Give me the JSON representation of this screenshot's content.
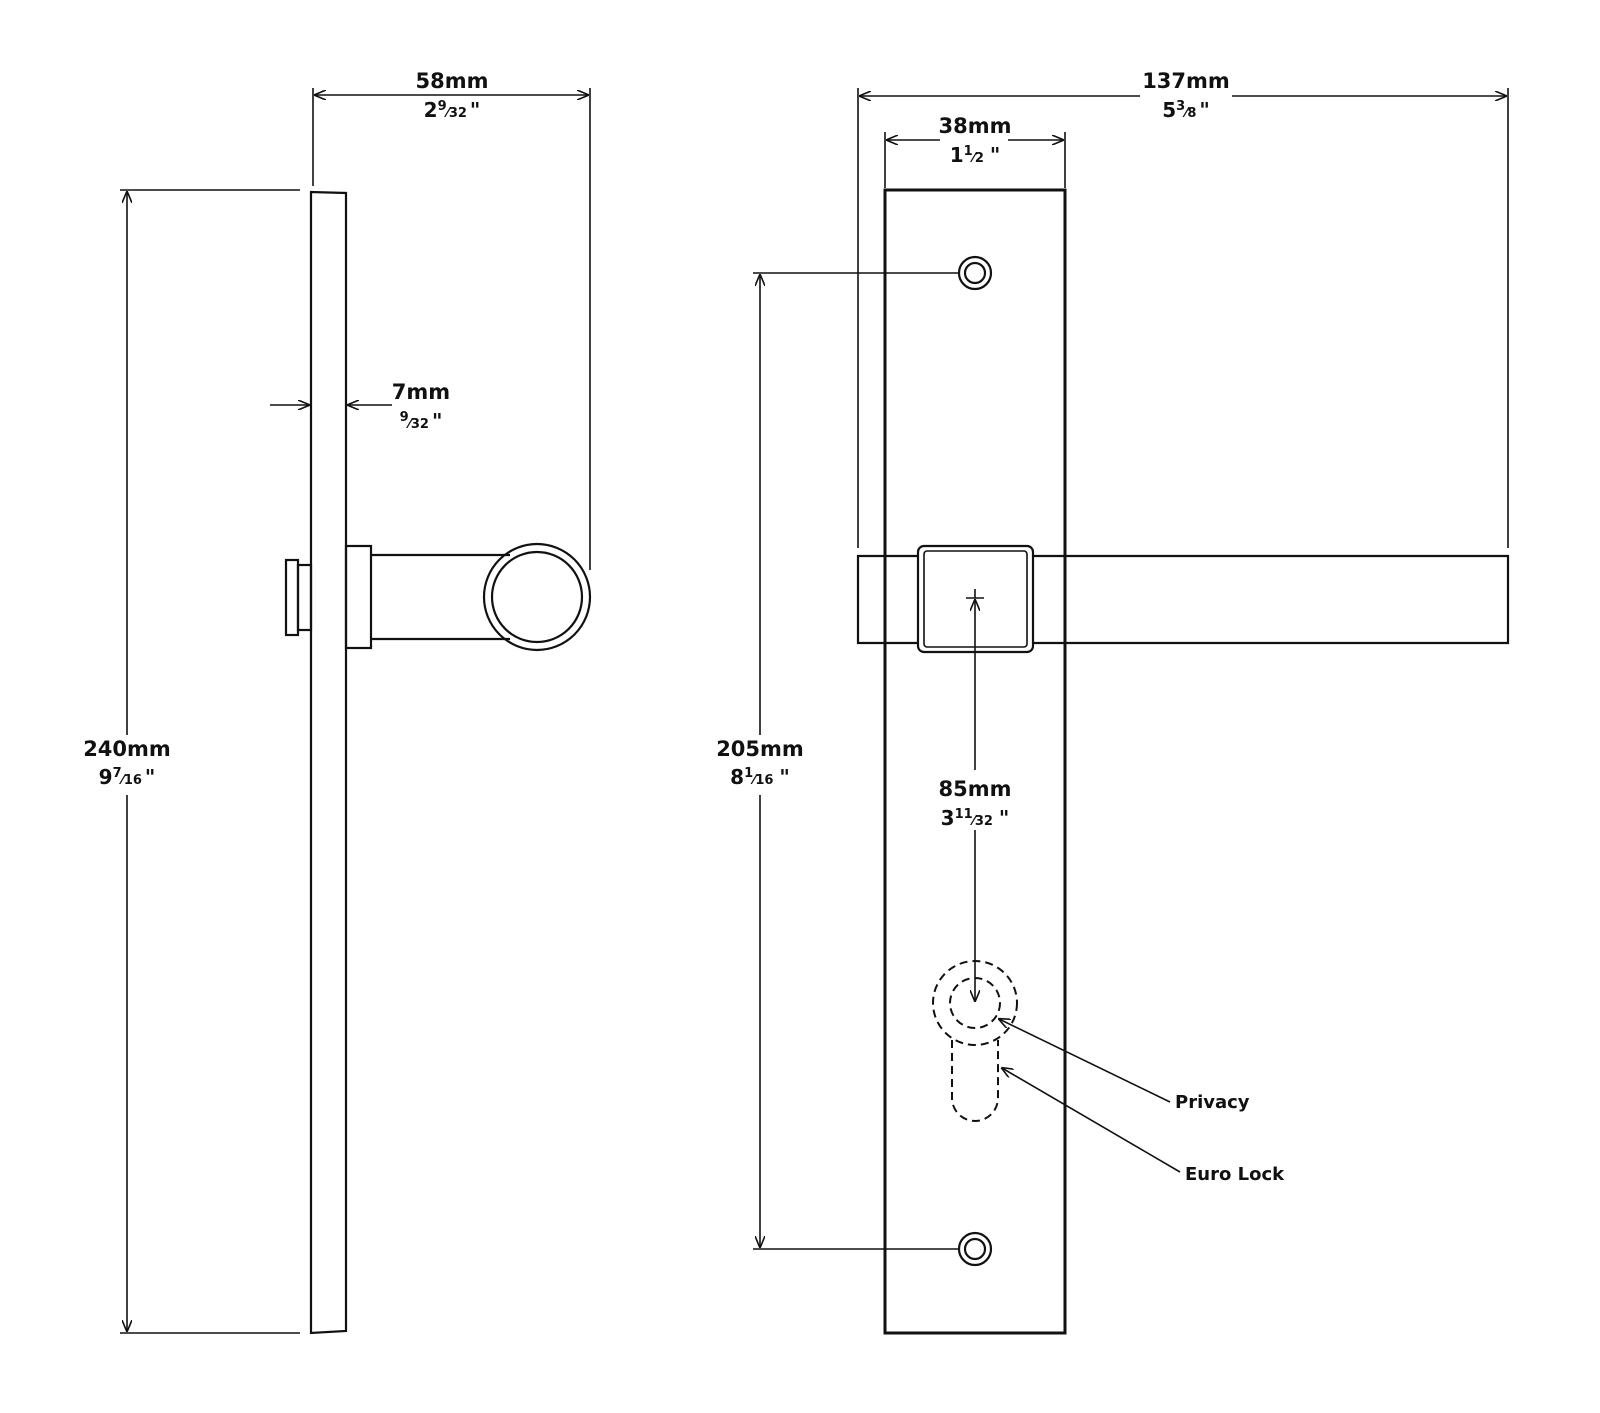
{
  "dimensions": {
    "side_projection": {
      "mm": "58mm",
      "inch_whole": "2",
      "inch_num": "9",
      "inch_den": "32",
      "inch_mark": "\""
    },
    "plate_thickness": {
      "mm": "7mm",
      "inch_num": "9",
      "inch_den": "32",
      "inch_mark": "\""
    },
    "plate_height": {
      "mm": "240mm",
      "inch_whole": "9",
      "inch_num": "7",
      "inch_den": "16",
      "inch_mark": "\""
    },
    "total_width": {
      "mm": "137mm",
      "inch_whole": "5",
      "inch_num": "3",
      "inch_den": "8",
      "inch_mark": "\""
    },
    "plate_width": {
      "mm": "38mm",
      "inch_whole": "1",
      "inch_num": "1",
      "inch_den": "2",
      "inch_mark": "\""
    },
    "fixing_centres": {
      "mm": "205mm",
      "inch_whole": "8",
      "inch_num": "1",
      "inch_den": "16",
      "inch_mark": "\""
    },
    "backset": {
      "mm": "85mm",
      "inch_whole": "3",
      "inch_num": "11",
      "inch_den": "32",
      "inch_mark": "\""
    }
  },
  "callouts": {
    "privacy": "Privacy",
    "euro_lock": "Euro Lock"
  }
}
